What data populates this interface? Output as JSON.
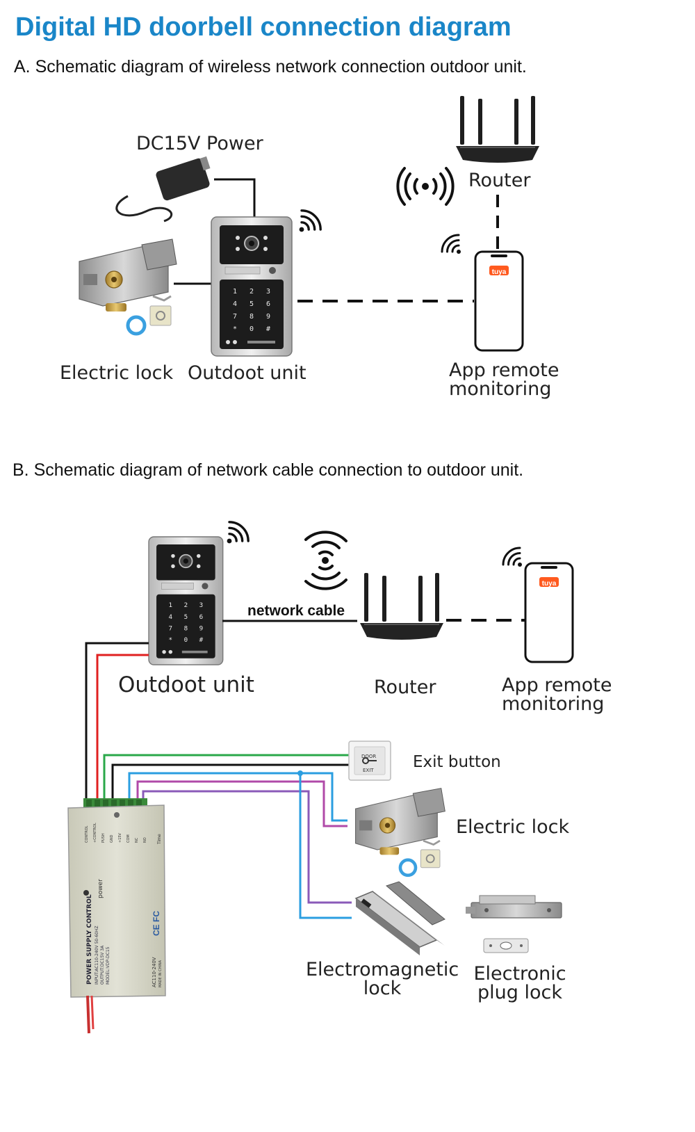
{
  "title": "Digital HD doorbell connection diagram",
  "section_a": {
    "heading": "A. Schematic diagram of wireless network connection outdoor unit.",
    "power_label": "DC15V Power",
    "router_label": "Router",
    "lock_label": "Electric lock",
    "outdoor_label": "Outdoot unit",
    "app_label_line1": "App  remote",
    "app_label_line2": "monitoring",
    "phone_badge": "tuya"
  },
  "section_b": {
    "heading": "B. Schematic diagram of network cable connection to outdoor unit.",
    "cable_label": "network cable",
    "outdoor_label": "Outdoot unit",
    "router_label": "Router",
    "app_label_line1": "App  remote",
    "app_label_line2": "monitoring",
    "phone_badge": "tuya",
    "exit_label": "Exit button",
    "exit_text_top": "DOOR",
    "exit_text_bottom": "EXIT",
    "lock_label": "Electric lock",
    "em_lock_line1": "Electromagnetic",
    "em_lock_line2": "lock",
    "plug_lock_line1": "Electronic",
    "plug_lock_line2": "plug lock",
    "psu": {
      "title": "POWER SUPPLY CONTROL",
      "spec1": "INPUT:AC110-240V 50-60HZ",
      "spec2": "OUTPUT:DC15V 3A",
      "spec3": "MODEL:VDP-DC15",
      "power_word": "power",
      "ac_label": "AC110-240V",
      "made_in": "MADE IN CHINA",
      "terminals": [
        "CONTROL",
        "+CONTROL",
        "PUSH",
        "GND",
        "+15V",
        "COM",
        "NC",
        "NO"
      ],
      "time_label": "Time"
    }
  },
  "colors": {
    "title": "#1a86c8",
    "wire_black": "#111111",
    "wire_red": "#e02020",
    "wire_green": "#2aa84a",
    "wire_blue": "#2a9ee0",
    "wire_purple": "#b04aa8",
    "wire_violet": "#8a5ab8",
    "tuya": "#ff5a1f"
  },
  "icons": [
    "wifi-signal-icon",
    "router-icon",
    "smartphone-icon",
    "doorbell-keypad-icon",
    "power-adapter-icon",
    "electric-lock-icon",
    "exit-button-icon",
    "magnetic-lock-icon",
    "bolt-lock-icon",
    "power-supply-icon"
  ]
}
